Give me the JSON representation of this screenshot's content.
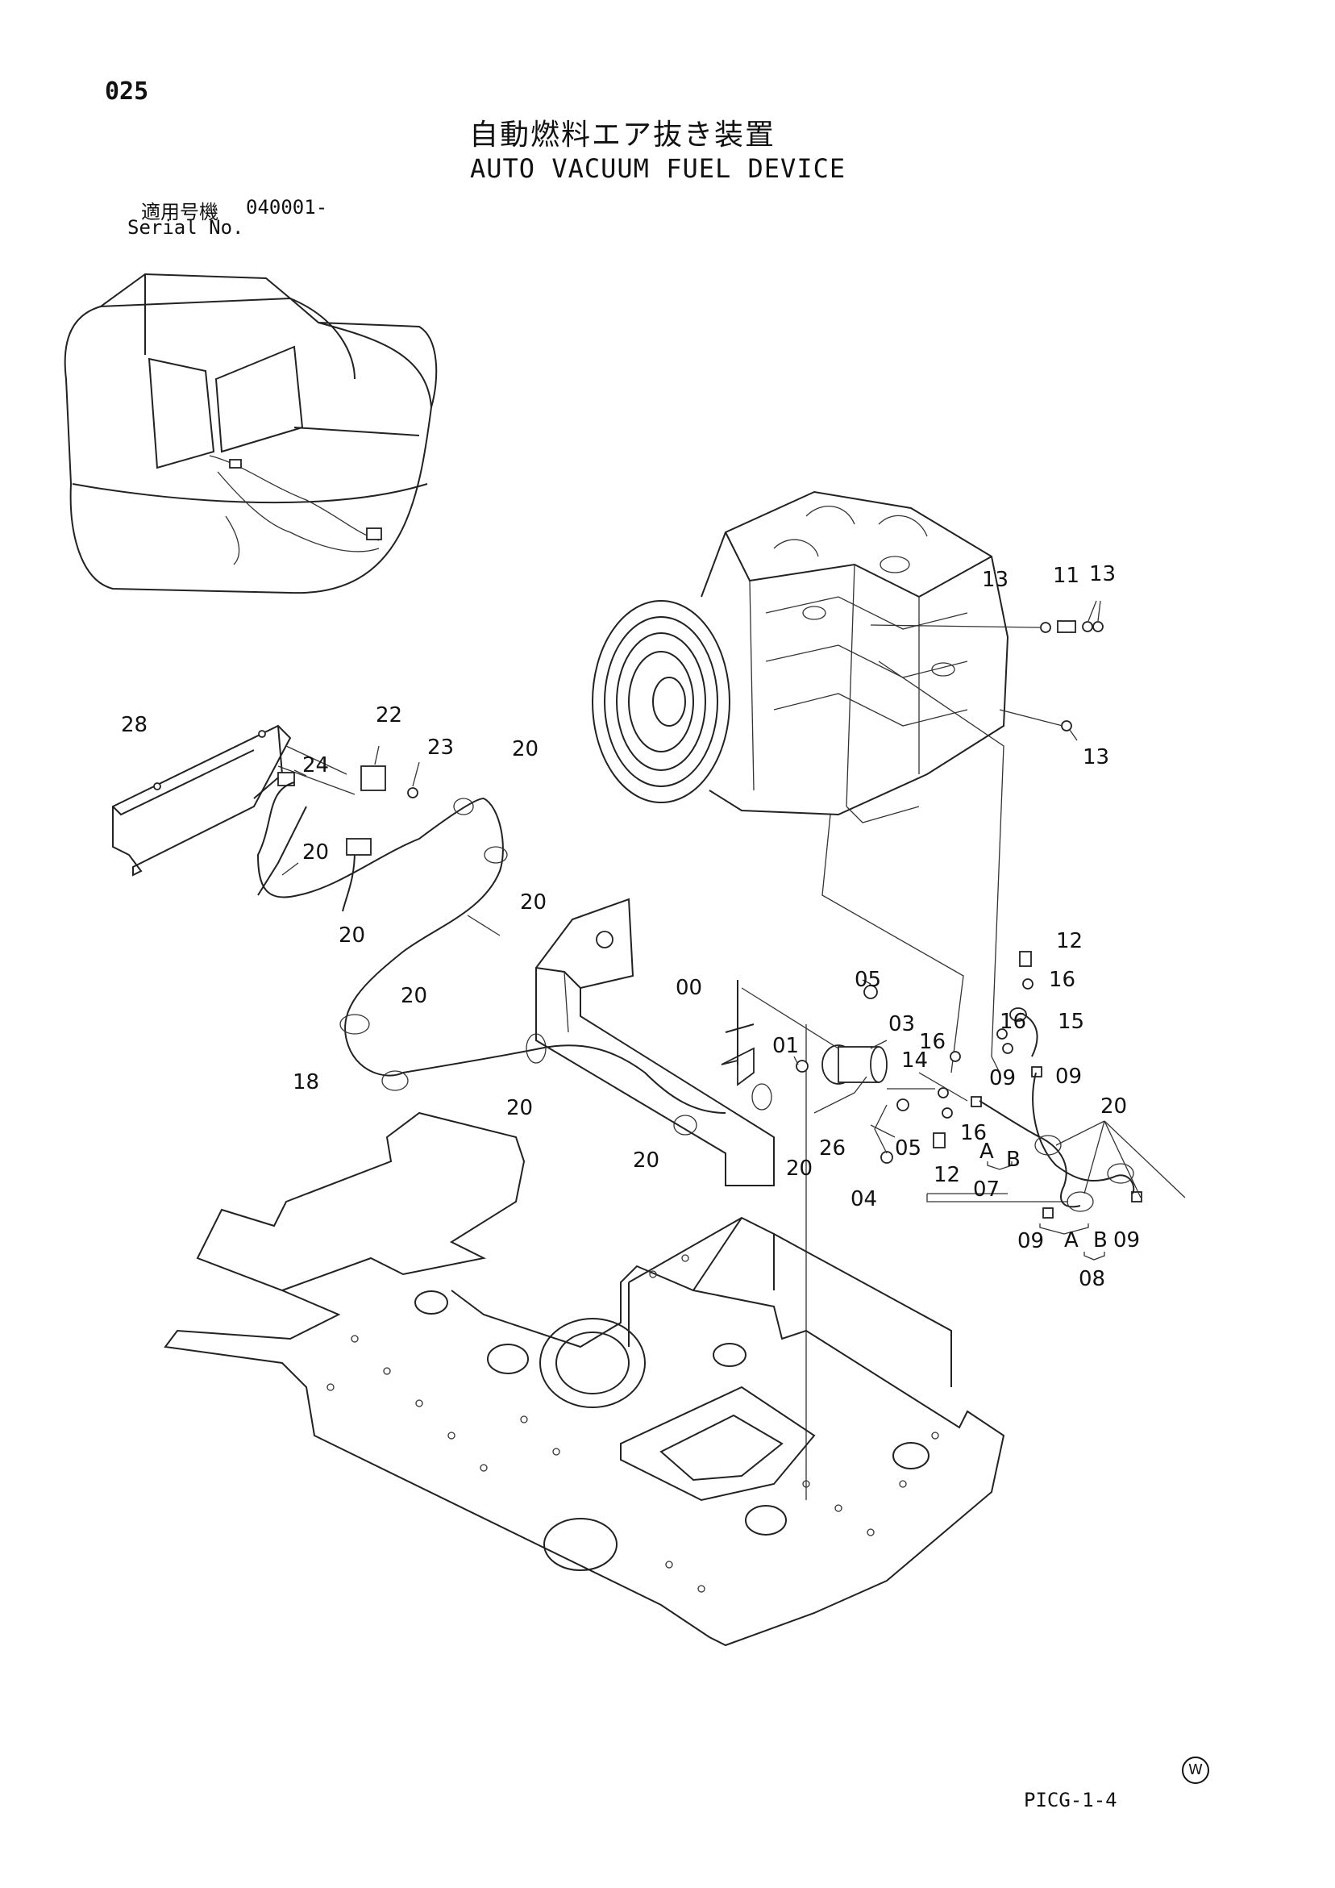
{
  "header": {
    "page_number": "025",
    "title_jp": "自動燃料エア抜き装置",
    "title_en": "AUTO VACUUM FUEL DEVICE",
    "serial_label_jp": "適用号機",
    "serial_label_en": "Serial No.",
    "serial_value": "040001-"
  },
  "callouts": {
    "c28": "28",
    "c22": "22",
    "c23": "23",
    "c24": "24",
    "c20a": "20",
    "c20b": "20",
    "c20c": "20",
    "c20d": "20",
    "c20e": "20",
    "c20f": "20",
    "c20g": "20",
    "c20h": "20",
    "c20i": "20",
    "c18": "18",
    "c13a": "13",
    "c11": "11",
    "c13b": "13",
    "c13c": "13",
    "c12a": "12",
    "c16a": "16",
    "c15": "15",
    "c16b": "16",
    "c16c": "16",
    "c16d": "16",
    "c09a": "09",
    "c09b": "09",
    "c09c": "09",
    "c09d": "09",
    "c14": "14",
    "c00": "00",
    "c05a": "05",
    "c03": "03",
    "c01": "01",
    "c26": "26",
    "c05b": "05",
    "c04": "04",
    "c12b": "12",
    "c07": "07",
    "c08": "08",
    "cA1": "A",
    "cB1": "B",
    "cA2": "A",
    "cB2": "B"
  },
  "footer": {
    "code": "PICG-1-4",
    "mark": "W"
  }
}
